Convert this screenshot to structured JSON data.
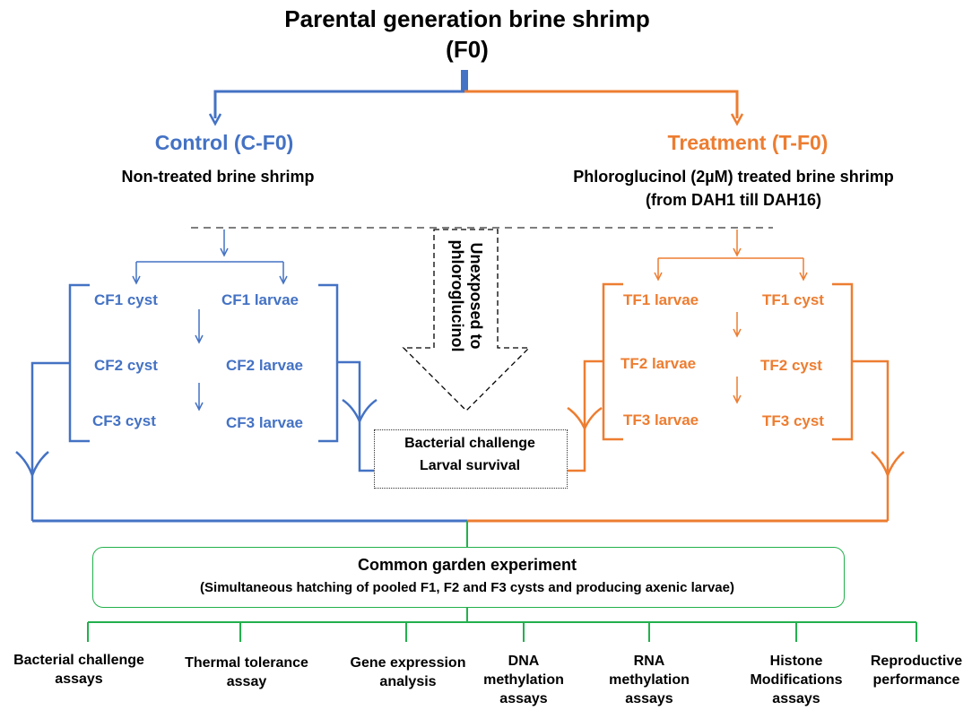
{
  "title": {
    "line1": "Parental generation brine shrimp",
    "line2": "(F0)"
  },
  "control": {
    "heading": "Control (C-F0)",
    "desc": "Non-treated brine shrimp"
  },
  "treatment": {
    "heading": "Treatment (T-F0)",
    "desc_line1": "Phloroglucinol (2µM) treated brine shrimp",
    "desc_line2": "(from DAH1 till DAH16)"
  },
  "unexposed": {
    "line1": "Unexposed to",
    "line2": "phloroglucinol"
  },
  "control_items": {
    "cf1_cyst": "CF1 cyst",
    "cf1_larvae": "CF1 larvae",
    "cf2_cyst": "CF2 cyst",
    "cf2_larvae": "CF2 larvae",
    "cf3_cyst": "CF3 cyst",
    "cf3_larvae": "CF3 larvae"
  },
  "treatment_items": {
    "tf1_larvae": "TF1 larvae",
    "tf1_cyst": "TF1 cyst",
    "tf2_larvae": "TF2 larvae",
    "tf2_cyst": "TF2 cyst",
    "tf3_larvae": "TF3 larvae",
    "tf3_cyst": "TF3 cyst"
  },
  "challenge_box": {
    "line1": "Bacterial challenge",
    "line2": "Larval survival"
  },
  "common_garden": {
    "title": "Common garden experiment",
    "subtitle": "(Simultaneous hatching of pooled F1, F2 and F3 cysts and producing axenic larvae)"
  },
  "assays": [
    {
      "line1": "Bacterial challenge",
      "line2": "assays",
      "line3": ""
    },
    {
      "line1": "Thermal tolerance",
      "line2": "assay",
      "line3": ""
    },
    {
      "line1": "Gene expression",
      "line2": "analysis",
      "line3": ""
    },
    {
      "line1": "DNA",
      "line2": "methylation",
      "line3": "assays"
    },
    {
      "line1": "RNA",
      "line2": "methylation",
      "line3": "assays"
    },
    {
      "line1": "Histone",
      "line2": "Modifications",
      "line3": "assays"
    },
    {
      "line1": "Reproductive",
      "line2": "performance",
      "line3": ""
    }
  ],
  "colors": {
    "control": "#4472c4",
    "treatment": "#ed7d31",
    "common": "#22b14c"
  }
}
